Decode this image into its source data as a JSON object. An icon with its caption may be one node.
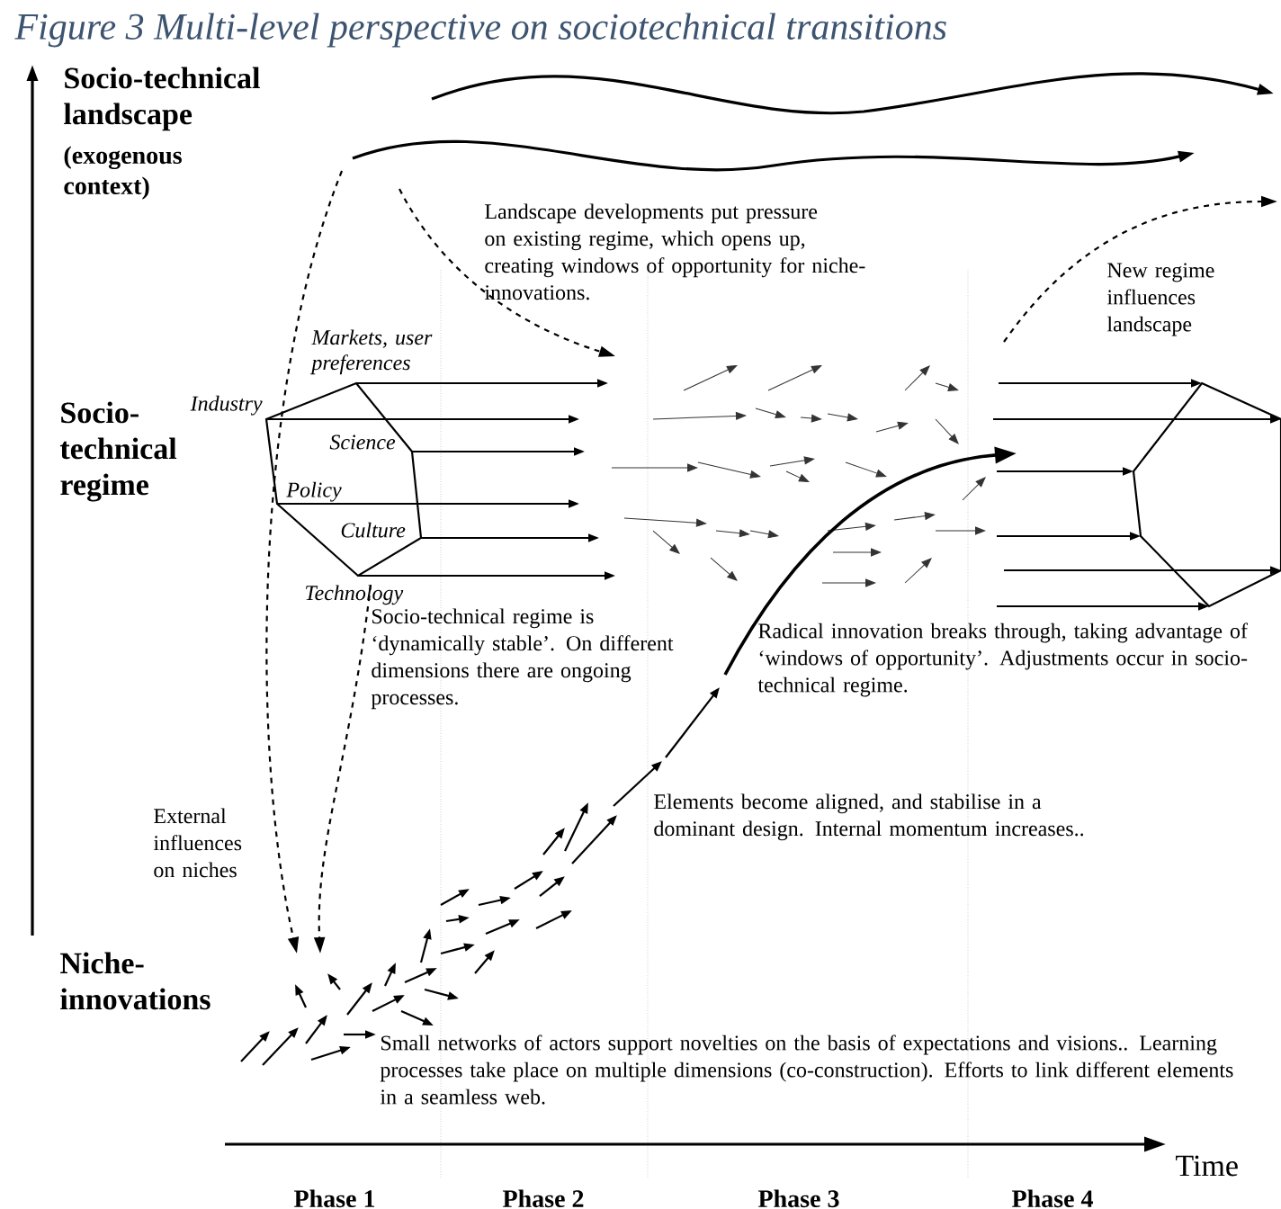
{
  "diagram": {
    "title": "Figure 3 Multi-level perspective on sociotechnical transitions",
    "labels": [
      "Socio-technical landscape",
      "(exogenous context)",
      "Landscape developments put pressure on existing regime, which opens up, creating windows of opportunity for niche-innovations.",
      "New regime influences landscape",
      "Markets, user preferences",
      "Industry",
      "Science",
      "Socio-technical regime",
      "Policy",
      "Culture",
      "Technology",
      "Socio-technical regime is ‘dynamically stable’. On different dimensions there are ongoing processes.",
      "Radical innovation breaks through, taking advantage of ‘windows of opportunity’. Adjustments occur in socio-technical regime.",
      "External influences on niches",
      "Elements become aligned, and stabilise in a dominant design. Internal momentum increases..",
      "Niche-innovations",
      "Small networks of actors support novelties on the basis of expectations and visions.. Learning processes take place on multiple dimensions (co-construction). Efforts to link different elements in a seamless web.",
      "Time",
      "Phase 1",
      "Phase 2",
      "Phase 3",
      "Phase 4"
    ]
  }
}
